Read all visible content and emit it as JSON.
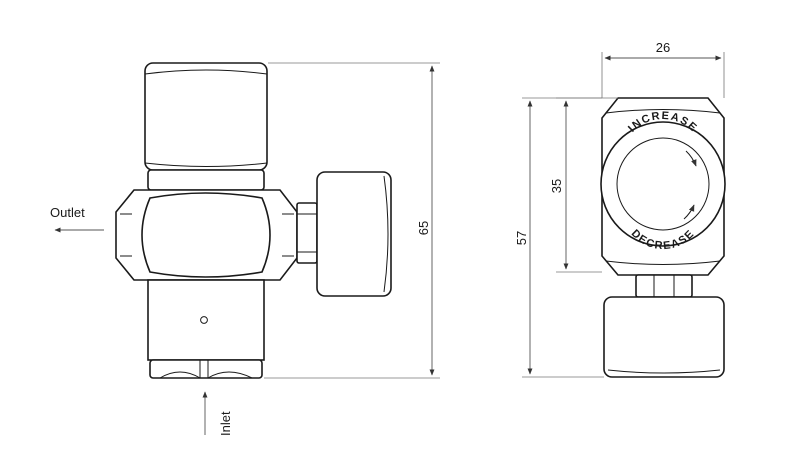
{
  "labels": {
    "outlet": "Outlet",
    "inlet": "Inlet",
    "knob_top": "INCREASE",
    "knob_bottom": "DECREASE"
  },
  "dimensions": {
    "total_height_side": "65",
    "total_height_front": "57",
    "body_height_front": "35",
    "body_width_front": "26"
  }
}
